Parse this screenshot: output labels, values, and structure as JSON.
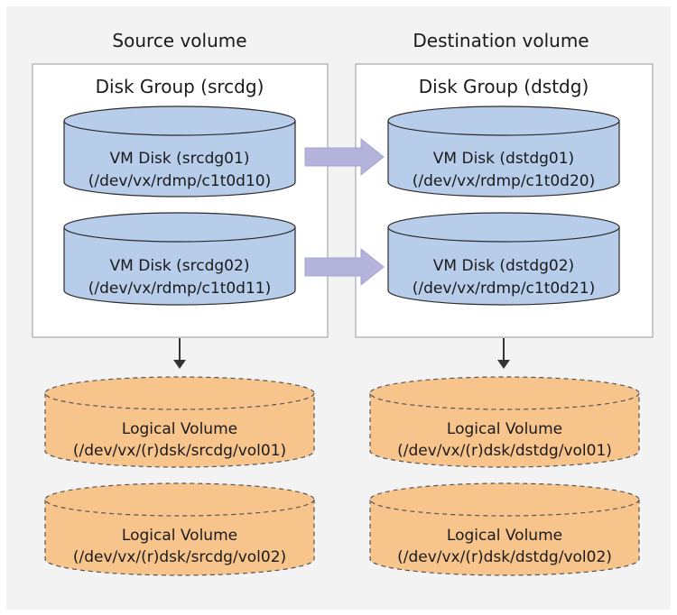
{
  "colors": {
    "background": "#f3f3f3",
    "group_box": "#ffffff",
    "group_border": "#999999",
    "vm_disk_fill": "#b7cdea",
    "vm_disk_stroke": "#2b2b2b",
    "logical_volume_fill": "#f7c48c",
    "logical_volume_stroke": "#555555",
    "copy_arrow": "#b3b3dc",
    "down_arrow": "#333333"
  },
  "source": {
    "title": "Source volume",
    "group_title": "Disk Group (srcdg)",
    "vm_disks": [
      {
        "name": "VM Disk (srcdg01)",
        "path": "(/dev/vx/rdmp/c1t0d10)"
      },
      {
        "name": "VM Disk (srcdg02)",
        "path": "(/dev/vx/rdmp/c1t0d11)"
      }
    ],
    "logical_volumes": [
      {
        "name": "Logical Volume",
        "path": "(/dev/vx/(r)dsk/srcdg/vol01)"
      },
      {
        "name": "Logical Volume",
        "path": "(/dev/vx/(r)dsk/srcdg/vol02)"
      }
    ]
  },
  "destination": {
    "title": "Destination volume",
    "group_title": "Disk Group (dstdg)",
    "vm_disks": [
      {
        "name": "VM Disk (dstdg01)",
        "path": "(/dev/vx/rdmp/c1t0d20)"
      },
      {
        "name": "VM Disk (dstdg02)",
        "path": "(/dev/vx/rdmp/c1t0d21)"
      }
    ],
    "logical_volumes": [
      {
        "name": "Logical Volume",
        "path": "(/dev/vx/(r)dsk/dstdg/vol01)"
      },
      {
        "name": "Logical Volume",
        "path": "(/dev/vx/(r)dsk/dstdg/vol02)"
      }
    ]
  }
}
